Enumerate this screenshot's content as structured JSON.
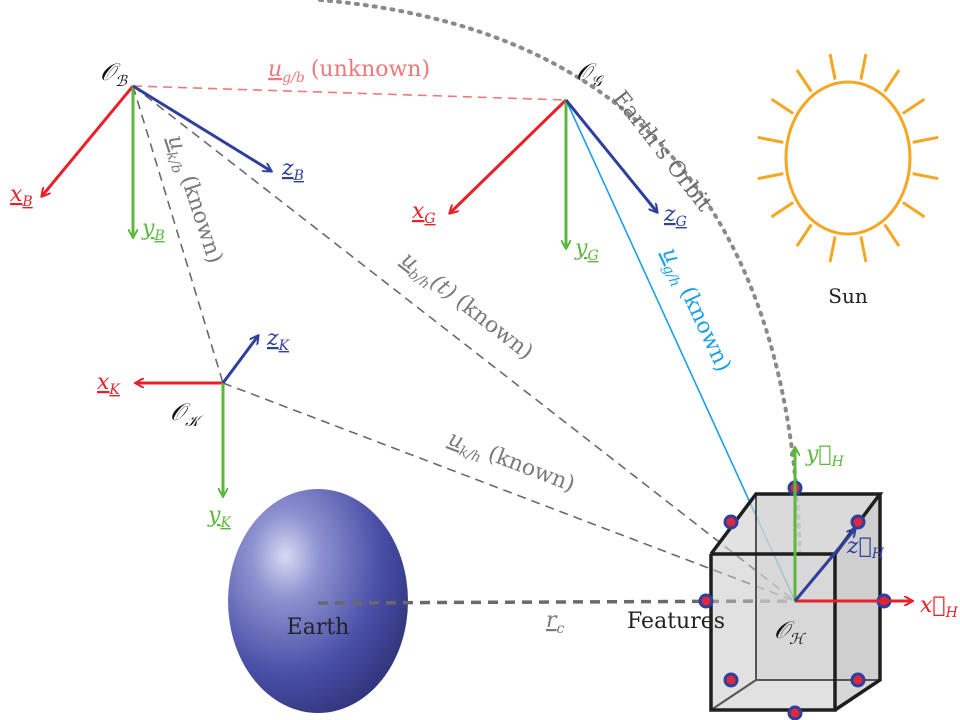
{
  "frames": {
    "body": {
      "origin": "𝒪",
      "origin_sub": "ℬ",
      "x": "x",
      "x_sub": "B",
      "y": "y",
      "y_sub": "B",
      "z": "z",
      "z_sub": "B"
    },
    "gps": {
      "origin": "𝒪",
      "origin_sub": "𝒢",
      "x": "x",
      "x_sub": "G",
      "y": "y",
      "y_sub": "G",
      "z": "z",
      "z_sub": "G"
    },
    "camera": {
      "origin": "𝒪",
      "origin_sub": "𝒦",
      "x": "x",
      "x_sub": "K",
      "y": "y",
      "y_sub": "K",
      "z": "z",
      "z_sub": "K"
    },
    "hopper": {
      "origin": "𝒪",
      "origin_sub": "ℋ",
      "x": "x⃗",
      "x_sub": "H",
      "y": "y⃗",
      "y_sub": "H",
      "z": "z⃗",
      "z_sub": "H"
    }
  },
  "vectors": {
    "u_g_b": {
      "sym": "u",
      "sub": "g/b",
      "note": "(unknown)"
    },
    "u_k_b": {
      "sym": "u",
      "sub": "k/b",
      "note": "(known)"
    },
    "u_b_h": {
      "sym": "u",
      "sub": "b/h",
      "arg": "(t)",
      "note": "(known)"
    },
    "u_g_h": {
      "sym": "u",
      "sub": "g/h",
      "note": "(known)"
    },
    "u_k_h": {
      "sym": "u",
      "sub": "k/h",
      "note": "(known)"
    },
    "r_c": {
      "sym": "r",
      "sub": "c"
    }
  },
  "labels": {
    "earth_orbit": "Earth's Orbit",
    "sun": "Sun",
    "earth": "Earth",
    "features": "Features"
  },
  "colors": {
    "x_axis": "#e8202a",
    "y_axis": "#5cb83c",
    "z_axis": "#2e3f9e",
    "unknown": "#f07878",
    "known_gray": "#808080",
    "gps_link": "#1aa0e6",
    "sun": "#f5a623",
    "earth": "#4a4fa8",
    "cube_face": "#c8c8c8",
    "feature_dot": "#e0283c"
  }
}
